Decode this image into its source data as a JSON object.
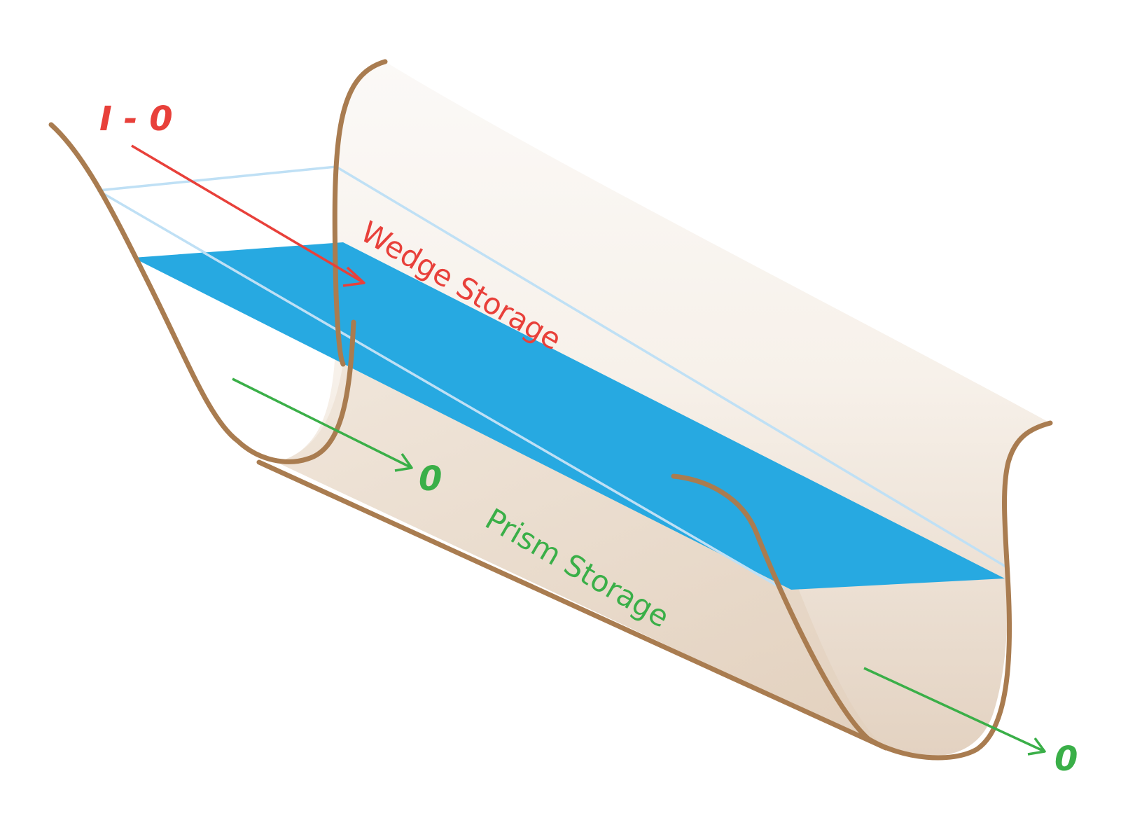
{
  "labels": {
    "inflow_minus_outflow": "I - 0",
    "wedge_storage": "Wedge Storage",
    "prism_storage": "Prism Storage",
    "outflow_left": "0",
    "outflow_right": "0"
  },
  "colors": {
    "channel_outline": "#a97c50",
    "water_surface": "#27a9e1",
    "water_plane_outline": "#bfe0f5",
    "inflow_arrow": "#e8403a",
    "outflow_arrow": "#3aaf48",
    "channel_fill_light": "#fbf8f5",
    "channel_fill_dark": "#e3d2c1"
  }
}
